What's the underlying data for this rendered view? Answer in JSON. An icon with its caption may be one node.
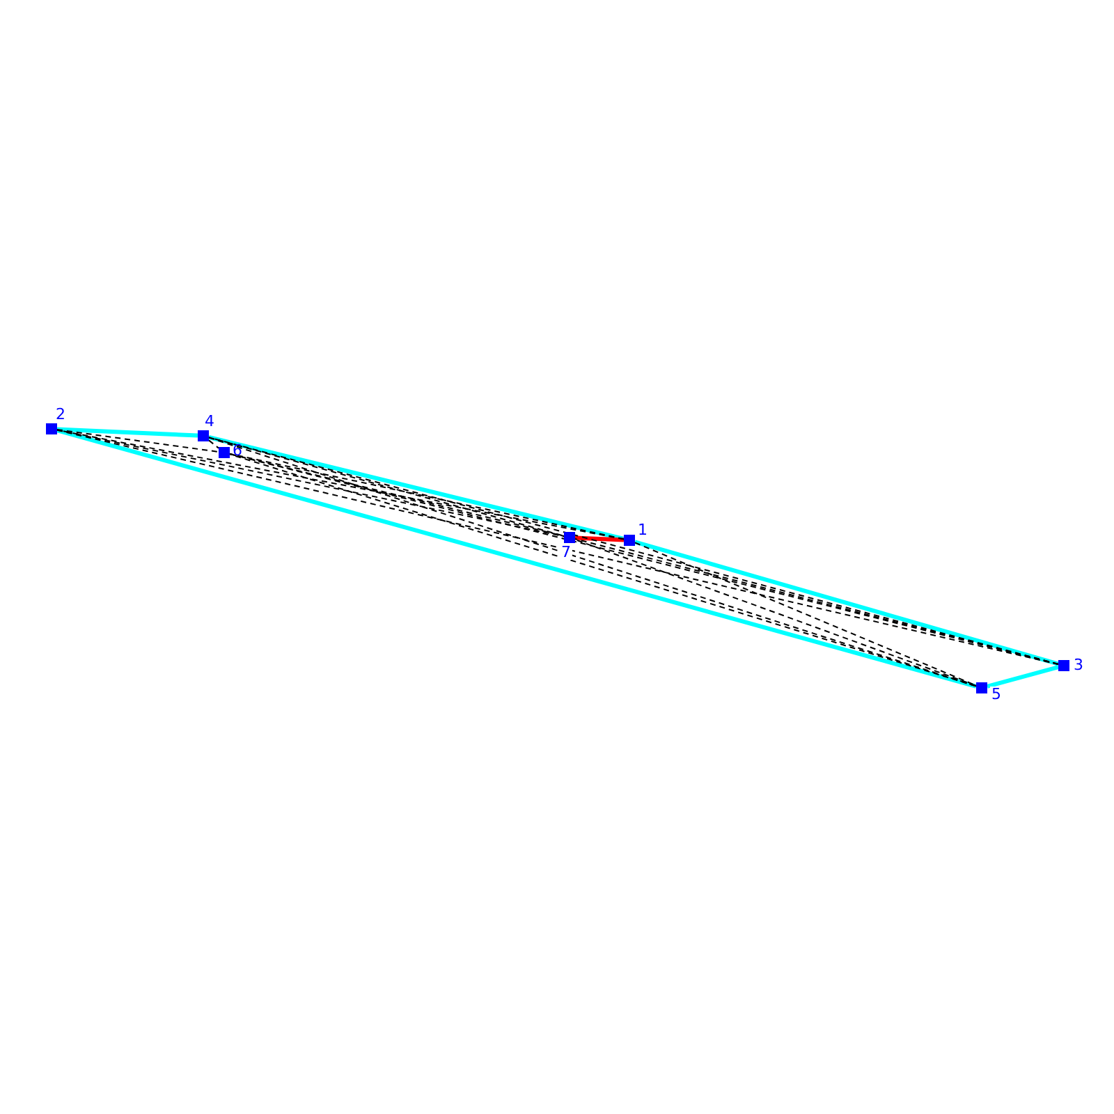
{
  "diagram": {
    "nodes": [
      {
        "text": [],
        "shape": "box",
        "beside": [
          "1"
        ]
      },
      {
        "text": [],
        "shape": "box",
        "beside": [
          "2"
        ]
      },
      {
        "text": [],
        "shape": "box",
        "beside": [
          "3"
        ]
      },
      {
        "text": [],
        "shape": "box",
        "beside": [
          "4"
        ]
      },
      {
        "text": [],
        "shape": "box",
        "beside": [
          "5"
        ]
      },
      {
        "text": [],
        "shape": "box",
        "beside": [
          "6"
        ]
      },
      {
        "text": [],
        "shape": "box",
        "beside": [
          "7"
        ]
      }
    ],
    "edges": [
      {
        "from": 1,
        "to": 3,
        "arrow": "none",
        "style": "thick",
        "color": "#00ffff"
      },
      {
        "from": 3,
        "to": 0,
        "arrow": "none",
        "style": "thick",
        "color": "#00ffff"
      },
      {
        "from": 0,
        "to": 2,
        "arrow": "none",
        "style": "thick",
        "color": "#00ffff"
      },
      {
        "from": 2,
        "to": 4,
        "arrow": "none",
        "style": "thick",
        "color": "#00ffff"
      },
      {
        "from": 4,
        "to": 1,
        "arrow": "none",
        "style": "thick",
        "color": "#00ffff"
      },
      {
        "from": 6,
        "to": 0,
        "arrow": "none",
        "style": "thick",
        "color": "#ff0000"
      },
      {
        "from": 0,
        "to": 1,
        "arrow": "none",
        "style": "dashed"
      },
      {
        "from": 0,
        "to": 4,
        "arrow": "none",
        "style": "dashed"
      },
      {
        "from": 0,
        "to": 5,
        "arrow": "none",
        "style": "dashed"
      },
      {
        "from": 1,
        "to": 2,
        "arrow": "none",
        "style": "dashed"
      },
      {
        "from": 1,
        "to": 5,
        "arrow": "none",
        "style": "dashed"
      },
      {
        "from": 1,
        "to": 6,
        "arrow": "none",
        "style": "dashed"
      },
      {
        "from": 2,
        "to": 3,
        "arrow": "none",
        "style": "dashed"
      },
      {
        "from": 2,
        "to": 5,
        "arrow": "none",
        "style": "dashed"
      },
      {
        "from": 2,
        "to": 6,
        "arrow": "none",
        "style": "dashed"
      },
      {
        "from": 3,
        "to": 4,
        "arrow": "none",
        "style": "dashed"
      },
      {
        "from": 3,
        "to": 5,
        "arrow": "none",
        "style": "dashed"
      },
      {
        "from": 3,
        "to": 6,
        "arrow": "none",
        "style": "dashed"
      },
      {
        "from": 4,
        "to": 5,
        "arrow": "none",
        "style": "dashed"
      },
      {
        "from": 4,
        "to": 6,
        "arrow": "none",
        "style": "dashed"
      },
      {
        "from": 5,
        "to": 6,
        "arrow": "none",
        "style": "dashed"
      }
    ]
  }
}
